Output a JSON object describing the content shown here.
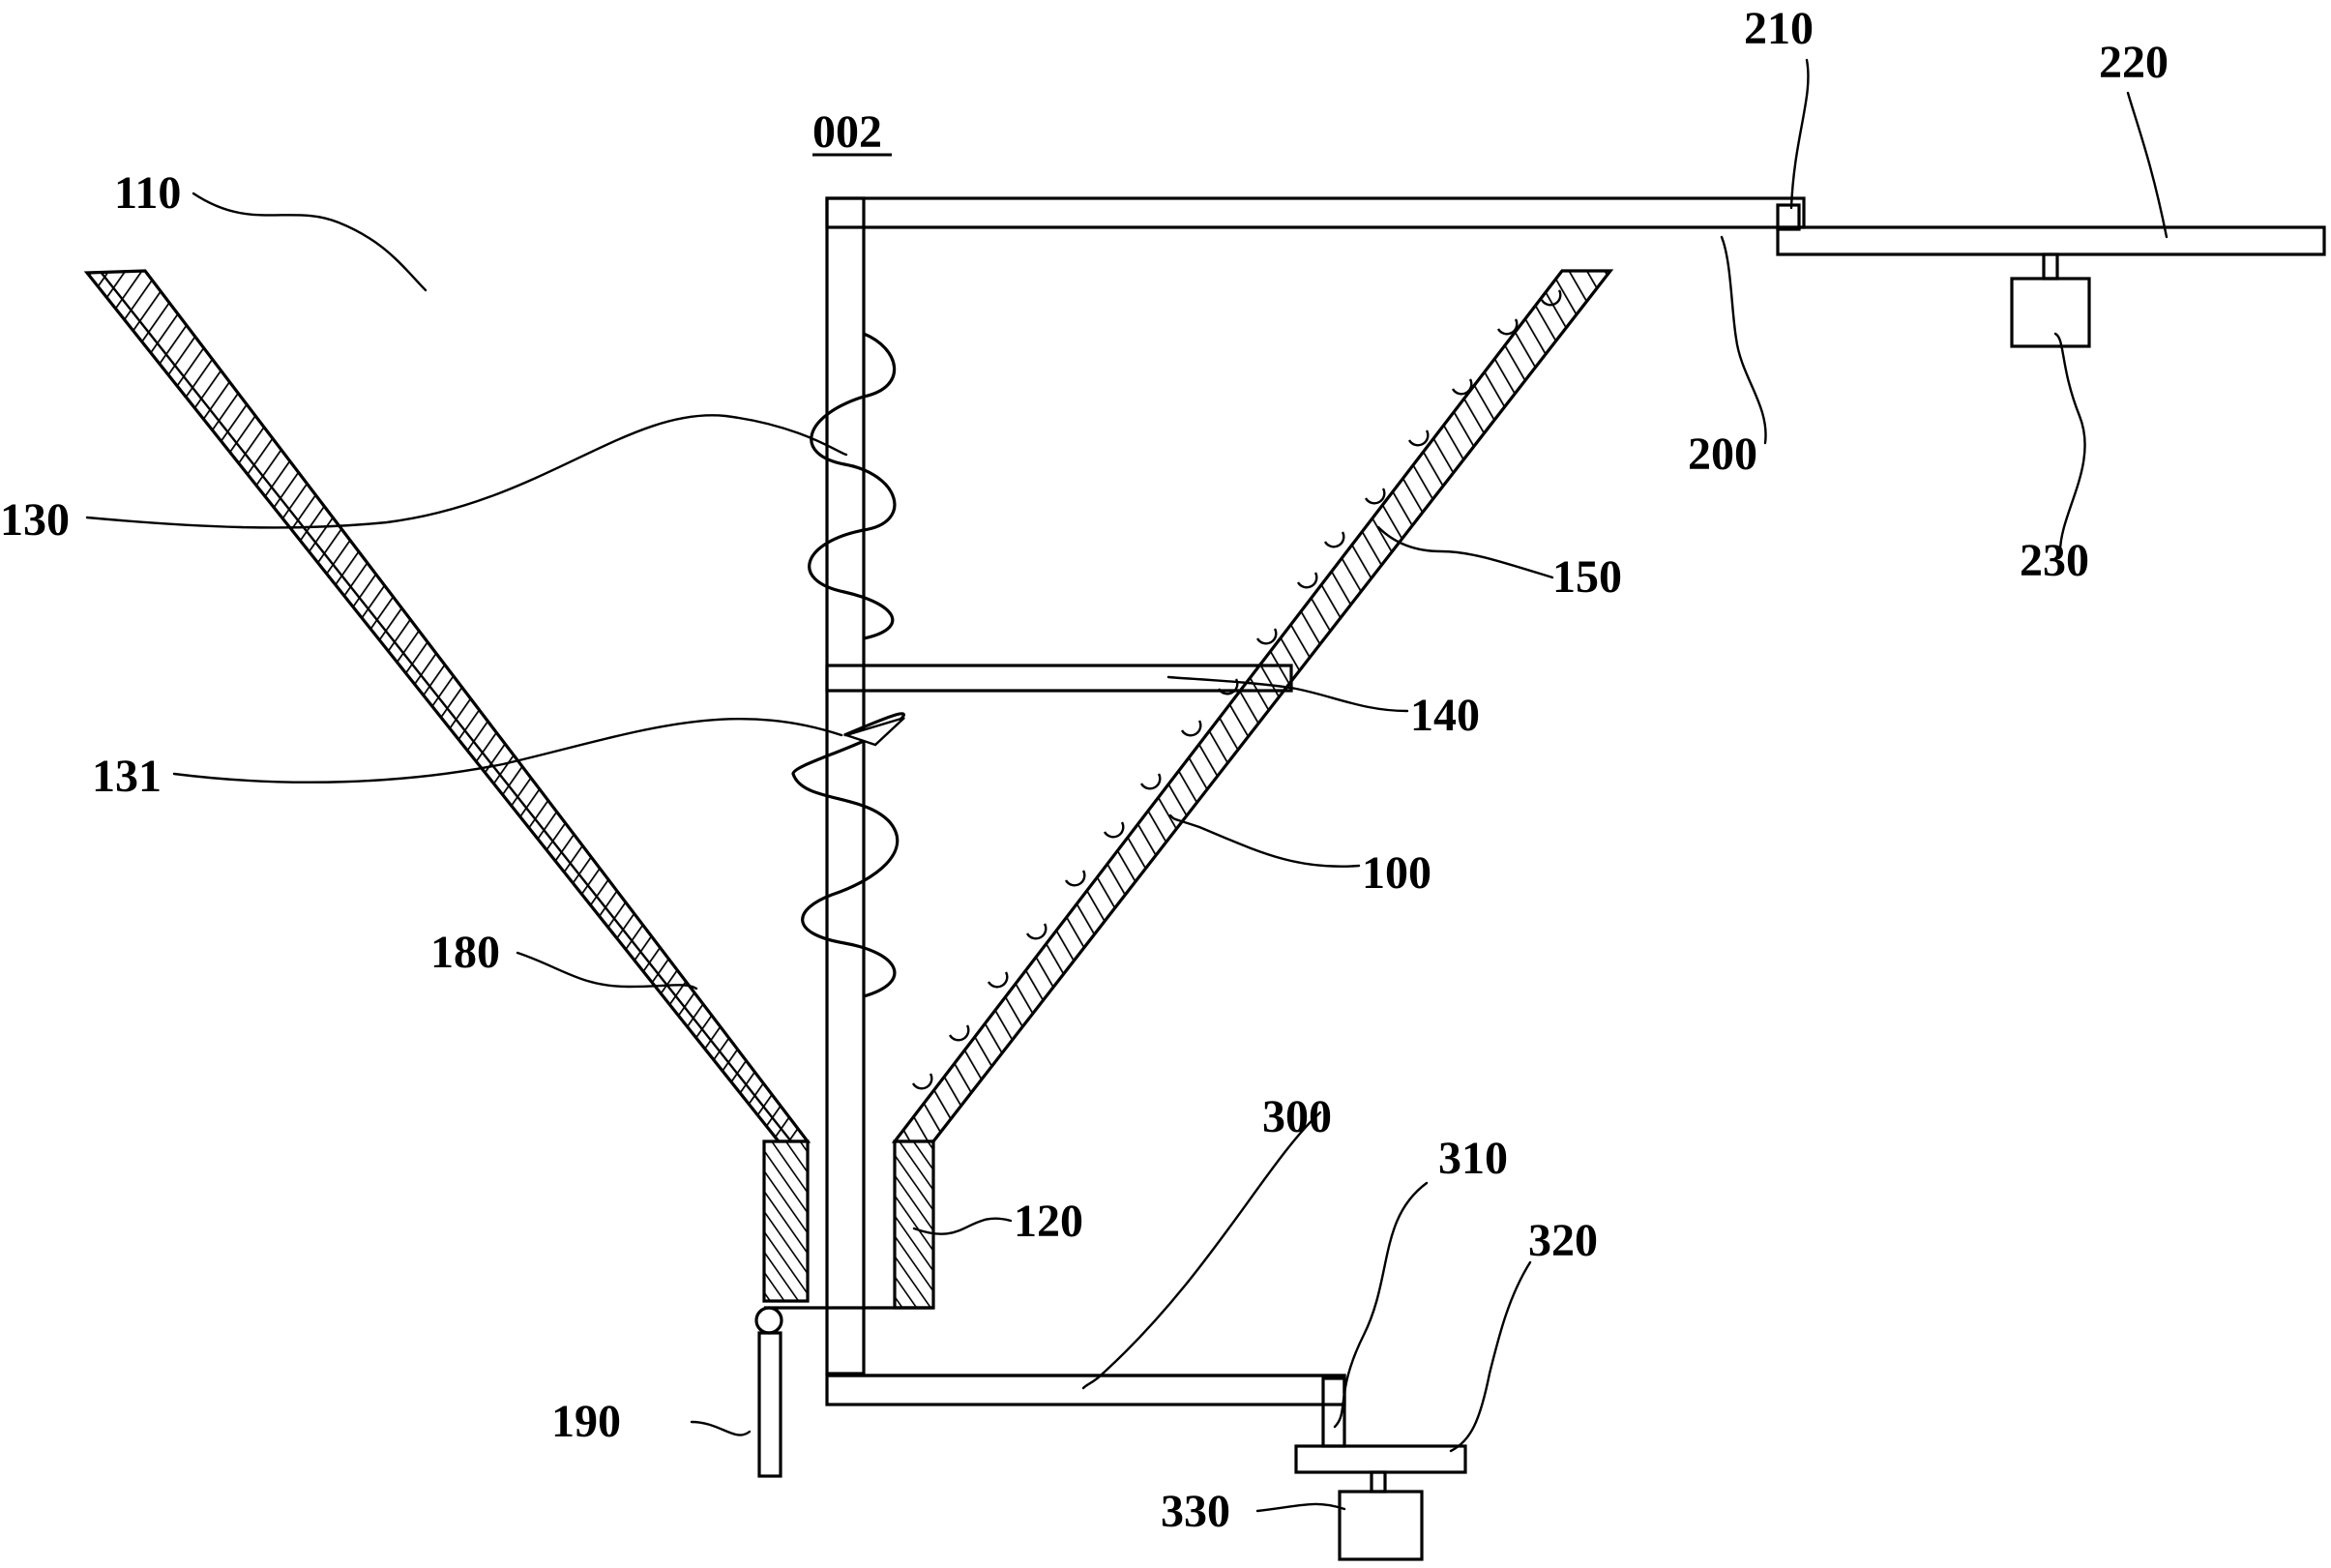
{
  "figure": {
    "title_label": "002",
    "labels": {
      "l110": "110",
      "l130": "130",
      "l131": "131",
      "l180": "180",
      "l190": "190",
      "l120": "120",
      "l100": "100",
      "l140": "140",
      "l150": "150",
      "l200": "200",
      "l210": "210",
      "l220": "220",
      "l230": "230",
      "l300": "300",
      "l310": "310",
      "l320": "320",
      "l330": "330"
    }
  }
}
